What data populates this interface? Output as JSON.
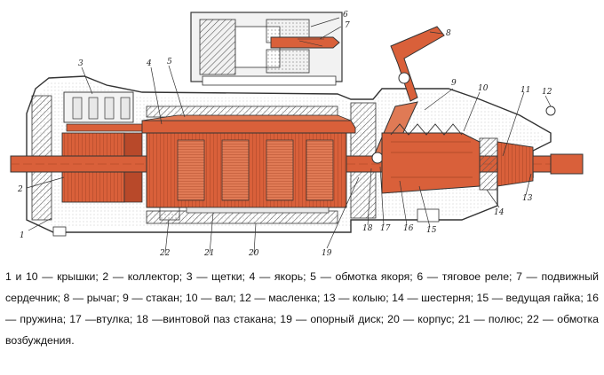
{
  "figure": {
    "callouts": [
      "1",
      "2",
      "3",
      "4",
      "5",
      "6",
      "7",
      "8",
      "9",
      "10",
      "11",
      "12",
      "13",
      "14",
      "15",
      "16",
      "17",
      "18",
      "19",
      "20",
      "21",
      "22"
    ],
    "colors": {
      "copper": "#d9603a",
      "copper_dark": "#b8492a",
      "steel": "#cfcfcf",
      "line": "#333333",
      "hatch": "#555555"
    }
  },
  "caption": {
    "text": "1 и 10 — крышки; 2 — коллектор; 3 — щетки; 4 — якорь; 5 — обмотка якоря; 6 — тяговое реле; 7 — подвижный сердечник; 8 — рычаг; 9 — стакан; 10 — вал; 12 — масленка; 13 — колыю; 14 — шестерня; 15 — ведущая гайка; 16 — пружина; 17 —втулка; 18 —винтовой паз стакана; 19 — опорный диск; 20 — корпус; 21 — полюс; 22 — обмотка возбуждения."
  }
}
